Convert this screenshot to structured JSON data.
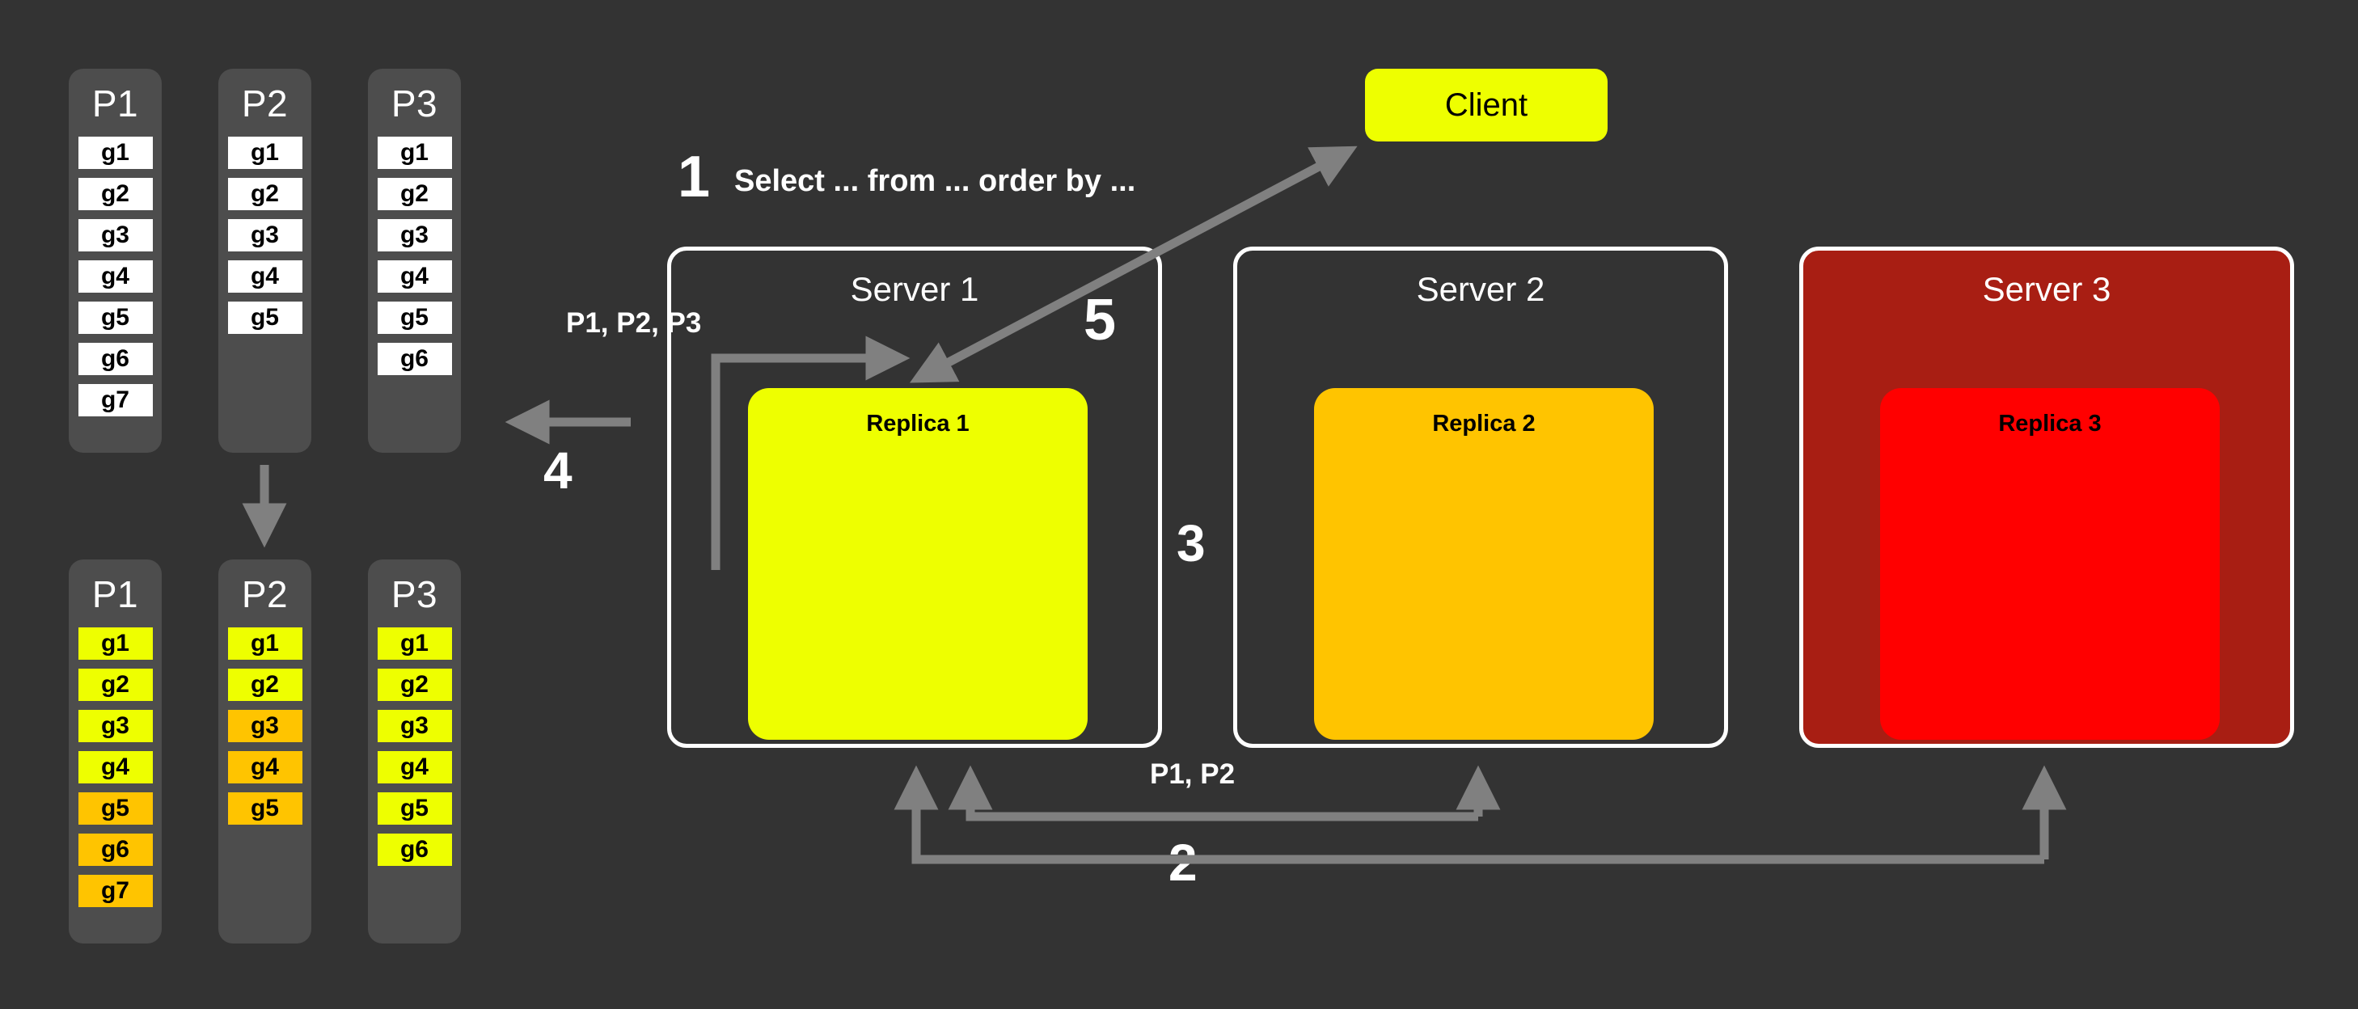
{
  "colors": {
    "background": "#333333",
    "panel": "#4d4d4d",
    "white": "#ffffff",
    "yellow": "#eeff00",
    "orange": "#ffc400",
    "red": "#ff0000",
    "dark_red": "#a81e13",
    "arrow": "#808080"
  },
  "partitions_top": [
    {
      "name": "P1",
      "cells": [
        {
          "label": "g1",
          "color": "white"
        },
        {
          "label": "g2",
          "color": "white"
        },
        {
          "label": "g3",
          "color": "white"
        },
        {
          "label": "g4",
          "color": "white"
        },
        {
          "label": "g5",
          "color": "white"
        },
        {
          "label": "g6",
          "color": "white"
        },
        {
          "label": "g7",
          "color": "white"
        }
      ]
    },
    {
      "name": "P2",
      "cells": [
        {
          "label": "g1",
          "color": "white"
        },
        {
          "label": "g2",
          "color": "white"
        },
        {
          "label": "g3",
          "color": "white"
        },
        {
          "label": "g4",
          "color": "white"
        },
        {
          "label": "g5",
          "color": "white"
        }
      ]
    },
    {
      "name": "P3",
      "cells": [
        {
          "label": "g1",
          "color": "white"
        },
        {
          "label": "g2",
          "color": "white"
        },
        {
          "label": "g3",
          "color": "white"
        },
        {
          "label": "g4",
          "color": "white"
        },
        {
          "label": "g5",
          "color": "white"
        },
        {
          "label": "g6",
          "color": "white"
        }
      ]
    }
  ],
  "partitions_bottom": [
    {
      "name": "P1",
      "cells": [
        {
          "label": "g1",
          "color": "yellow"
        },
        {
          "label": "g2",
          "color": "yellow"
        },
        {
          "label": "g3",
          "color": "yellow"
        },
        {
          "label": "g4",
          "color": "yellow"
        },
        {
          "label": "g5",
          "color": "orange"
        },
        {
          "label": "g6",
          "color": "orange"
        },
        {
          "label": "g7",
          "color": "orange"
        }
      ]
    },
    {
      "name": "P2",
      "cells": [
        {
          "label": "g1",
          "color": "yellow"
        },
        {
          "label": "g2",
          "color": "yellow"
        },
        {
          "label": "g3",
          "color": "orange"
        },
        {
          "label": "g4",
          "color": "orange"
        },
        {
          "label": "g5",
          "color": "orange"
        }
      ]
    },
    {
      "name": "P3",
      "cells": [
        {
          "label": "g1",
          "color": "yellow"
        },
        {
          "label": "g2",
          "color": "yellow"
        },
        {
          "label": "g3",
          "color": "yellow"
        },
        {
          "label": "g4",
          "color": "yellow"
        },
        {
          "label": "g5",
          "color": "yellow"
        },
        {
          "label": "g6",
          "color": "yellow"
        }
      ]
    }
  ],
  "servers": [
    {
      "title": "Server 1",
      "replica": "Replica 1",
      "box_color": "none",
      "replica_color": "yellow"
    },
    {
      "title": "Server 2",
      "replica": "Replica 2",
      "box_color": "none",
      "replica_color": "orange"
    },
    {
      "title": "Server 3",
      "replica": "Replica 3",
      "box_color": "dark_red",
      "replica_color": "red"
    }
  ],
  "client": {
    "label": "Client"
  },
  "steps": {
    "one": "1",
    "two": "2",
    "three": "3",
    "four": "4",
    "five": "5"
  },
  "labels": {
    "query": "Select ... from ... order by ...",
    "p123": "P1, P2, P3",
    "p12": "P1, P2"
  }
}
